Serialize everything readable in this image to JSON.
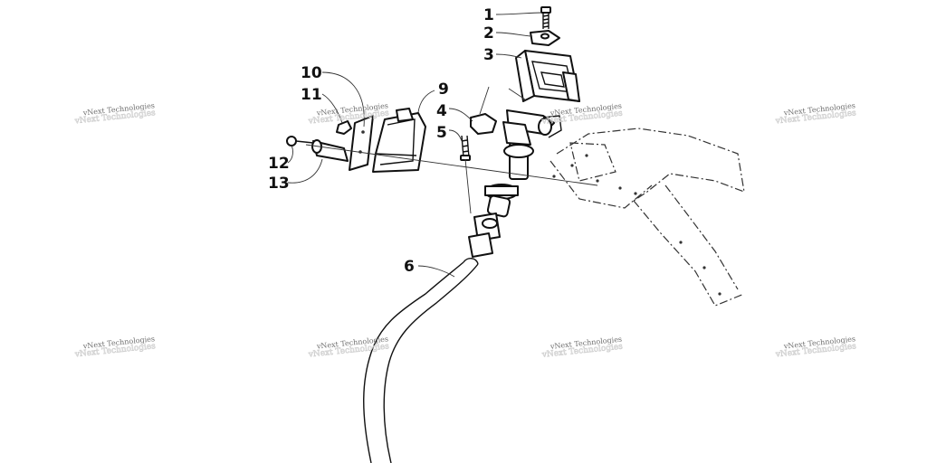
{
  "callouts": {
    "c1": "1",
    "c2": "2",
    "c3": "3",
    "c4": "4",
    "c5": "5",
    "c6": "6",
    "c9": "9",
    "c10": "10",
    "c11": "11",
    "c12": "12",
    "c13": "13"
  },
  "watermark": {
    "text": "vNext Technologies"
  },
  "colors": {
    "line": "#111111",
    "watermark": "#6e6e6e",
    "background": "#ffffff"
  }
}
